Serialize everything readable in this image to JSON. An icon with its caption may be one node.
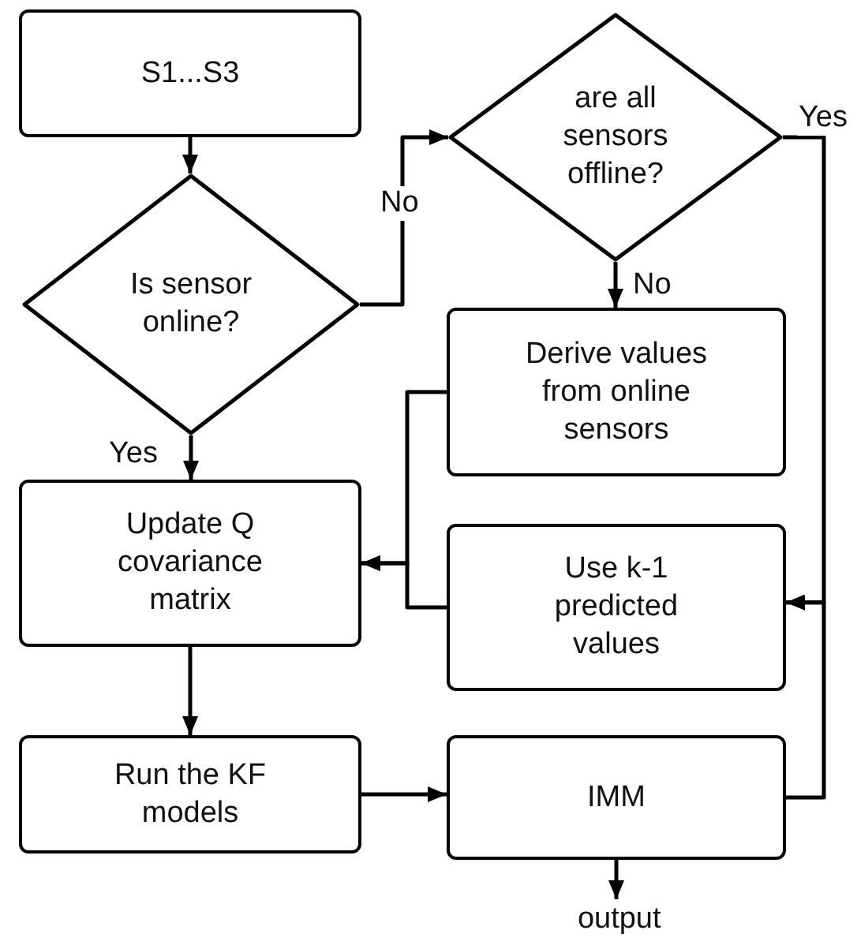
{
  "diagram": {
    "nodes": [
      {
        "text": [
          "S1...S3"
        ]
      },
      {
        "text": [
          "Is sensor online?"
        ]
      },
      {
        "text": [
          "are all sensors offline?"
        ]
      },
      {
        "text": [
          "Derive values from online sensors"
        ]
      },
      {
        "text": [
          "Update Q covariance matrix"
        ]
      },
      {
        "text": [
          "Use k-1 predicted values"
        ]
      },
      {
        "text": [
          "Run the KF models"
        ]
      },
      {
        "text": [
          "IMM"
        ]
      },
      {
        "text": [
          "output"
        ]
      }
    ],
    "edges": [
      {
        "from": 0,
        "to": 1,
        "arrow": "to"
      },
      {
        "from": 1,
        "to": 2,
        "arrow": "to",
        "label": "No"
      },
      {
        "from": 1,
        "to": 4,
        "arrow": "to",
        "label": "Yes"
      },
      {
        "from": 2,
        "to": 3,
        "arrow": "to",
        "label": "No"
      },
      {
        "from": 2,
        "to": 5,
        "arrow": "to",
        "label": "Yes"
      },
      {
        "from": 3,
        "to": 4,
        "arrow": "to"
      },
      {
        "from": 5,
        "to": 4,
        "arrow": "to"
      },
      {
        "from": 4,
        "to": 6,
        "arrow": "to"
      },
      {
        "from": 6,
        "to": 7,
        "arrow": "to"
      },
      {
        "from": 7,
        "to": 5,
        "arrow": "to"
      },
      {
        "from": 7,
        "to": 8,
        "arrow": "to"
      }
    ]
  }
}
